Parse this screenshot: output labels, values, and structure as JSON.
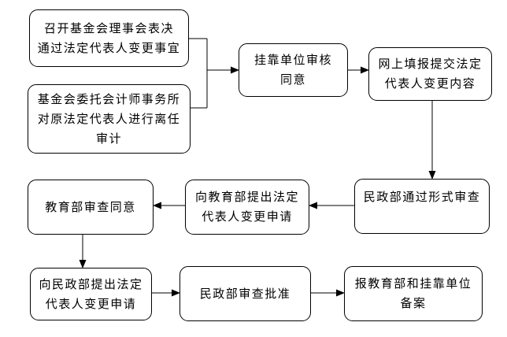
{
  "diagram": {
    "type": "flowchart",
    "language": "zh-CN",
    "nodes": [
      {
        "id": "n1",
        "label": "召开基金会理事会表决\n通过法定代表人变更事宜"
      },
      {
        "id": "n2",
        "label": "基金会委托会计师事务所\n对原法定代表人进行离任\n审计"
      },
      {
        "id": "n3",
        "label": "挂靠单位审核\n同意"
      },
      {
        "id": "n4",
        "label": "网上填报提交法定\n代表人变更内容"
      },
      {
        "id": "n5",
        "label": "民政部通过形式审查"
      },
      {
        "id": "n6",
        "label": "向教育部提出法定\n代表人变更申请"
      },
      {
        "id": "n7",
        "label": "教育部审查同意"
      },
      {
        "id": "n8",
        "label": "向民政部提出法定\n代表人变更申请"
      },
      {
        "id": "n9",
        "label": "民政部审查批准"
      },
      {
        "id": "n10",
        "label": "报教育部和挂靠单位\n备案"
      }
    ],
    "edges": [
      {
        "from": "n1",
        "to": "n3"
      },
      {
        "from": "n2",
        "to": "n3"
      },
      {
        "from": "n3",
        "to": "n4"
      },
      {
        "from": "n4",
        "to": "n5"
      },
      {
        "from": "n5",
        "to": "n6"
      },
      {
        "from": "n6",
        "to": "n7"
      },
      {
        "from": "n7",
        "to": "n8"
      },
      {
        "from": "n8",
        "to": "n9"
      },
      {
        "from": "n9",
        "to": "n10"
      }
    ],
    "colors": {
      "background": "#ffffff",
      "node_border": "#000000",
      "node_fill": "#ffffff",
      "text": "#000000",
      "arrow": "#000000"
    }
  }
}
